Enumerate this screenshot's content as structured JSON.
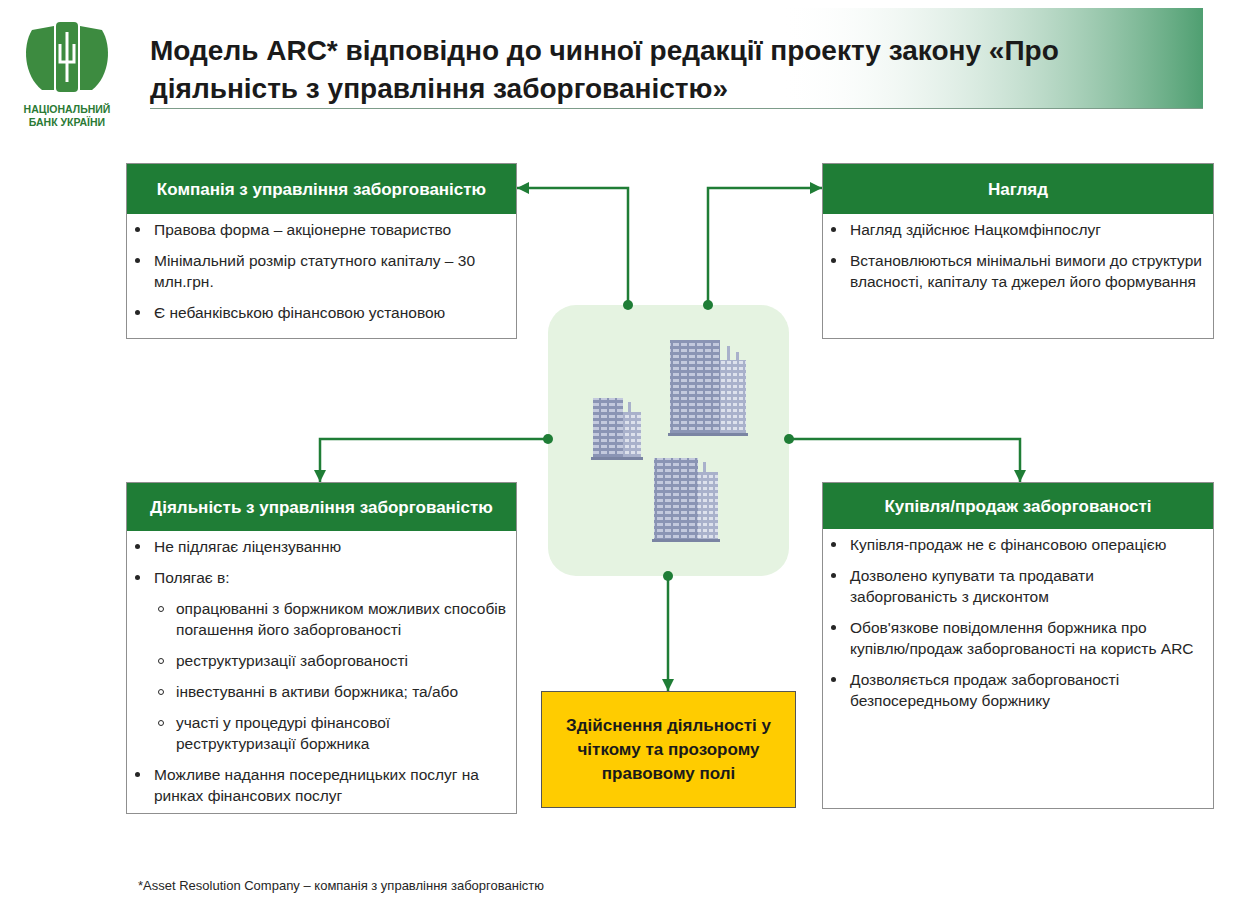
{
  "diagram": {
    "title": "Модель ARC* відповідно до чинної редакції проекту закону «Про діяльність з управління заборгованістю»",
    "caption": "*Asset Resolution Company – компанія з управління заборгованістю",
    "nodes": [
      {
        "text": [
          "Компанія з управління заборгованістю",
          "Правова форма – акціонерне товариство",
          "Мінімальний розмір статутного капіталу – 30 млн.грн.",
          "Є небанківською фінансовою установою"
        ]
      },
      {
        "text": [
          "Нагляд",
          "Нагляд здійснює Нацкомфінпослуг",
          "Встановлюються мінімальні вимоги до структури власності, капіталу та джерел його формування"
        ]
      },
      {
        "text": []
      },
      {
        "text": [
          "Діяльність з управління заборгованістю",
          "Не підлягає ліцензуванню",
          "Полягає в:",
          "опрацюванні з боржником можливих способів погашення його заборгованості",
          "реструктуризації заборгованості",
          "інвестуванні в активи боржника; та/або",
          "участі у процедурі фінансової реструктуризації боржника",
          "Можливе надання посередницьких послуг на ринках фінансових послуг"
        ]
      },
      {
        "text": [
          "Купівля/продаж заборгованості",
          "Купівля-продаж не є фінансовою операцією",
          "Дозволено купувати та продавати заборгованість з дисконтом",
          "Обов'язкове повідомлення боржника про купівлю/продаж заборгованості на користь ARC",
          "Дозволяється продаж заборгованості безпосередньому боржнику"
        ]
      },
      {
        "text": [
          "Здійснення діяльності у чіткому та прозорому правовому полі"
        ]
      }
    ],
    "edges": [
      {
        "from": 2,
        "to": 0,
        "arrow": "to"
      },
      {
        "from": 2,
        "to": 1,
        "arrow": "to"
      },
      {
        "from": 2,
        "to": 3,
        "arrow": "to"
      },
      {
        "from": 2,
        "to": 4,
        "arrow": "to"
      },
      {
        "from": 2,
        "to": 5,
        "arrow": "to"
      }
    ],
    "labels": [
      "НАЦІОНАЛЬНИЙ БАНК УКРАЇНИ"
    ]
  }
}
